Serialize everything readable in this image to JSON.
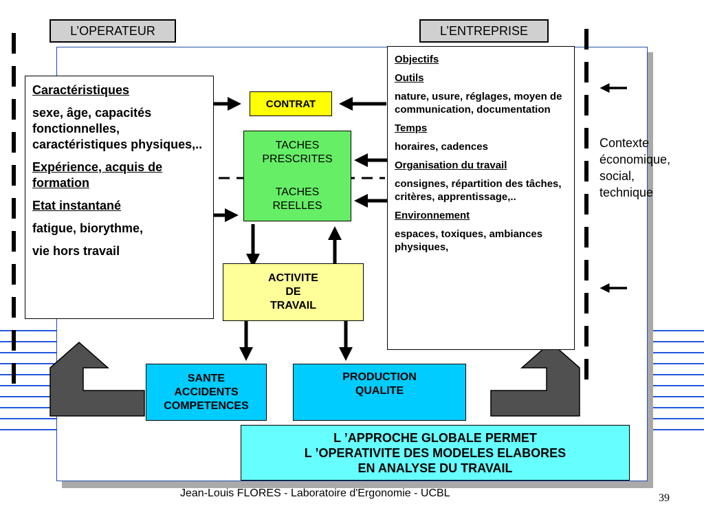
{
  "operateur": {
    "tag": "L’OPERATEUR",
    "caracteristiques_title": "Caractéristiques",
    "caracteristiques_text": "sexe, âge, capacités fonctionnelles, caractéristiques physiques,..",
    "experience_title": "Expérience, acquis de formation",
    "etat_title": "Etat instantané",
    "etat_text1": "fatigue, biorythme,",
    "etat_text2": "vie hors travail"
  },
  "entreprise": {
    "tag": "L’ENTREPRISE",
    "objectifs": "Objectifs",
    "outils": "Outils",
    "outils_text": "nature, usure, réglages, moyen de communication, documentation",
    "temps": "Temps",
    "temps_text": "horaires, cadences",
    "organisation": "Organisation du travail",
    "organisation_text": "consignes, répartition des tâches, critères, apprentissage,..",
    "environnement": "Environnement",
    "environnement_text": "espaces, toxiques, ambiances physiques,"
  },
  "center": {
    "contrat": "CONTRAT",
    "taches_prescrites_1": "TACHES",
    "taches_prescrites_2": "PRESCRITES",
    "taches_reelles_1": "TACHES",
    "taches_reelles_2": "REELLES",
    "activite_1": "ACTIVITE",
    "activite_2": "DE",
    "activite_3": "TRAVAIL"
  },
  "outputs": {
    "sante_1": "SANTE",
    "sante_2": "ACCIDENTS",
    "sante_3": "COMPETENCES",
    "production_1": "PRODUCTION",
    "production_2": "QUALITE"
  },
  "approche": {
    "line1": "L ’APPROCHE GLOBALE PERMET",
    "line2": "L ’OPERATIVITE DES MODELES ELABORES",
    "line3": "EN ANALYSE DU TRAVAIL"
  },
  "contexte": {
    "line1": "Contexte",
    "line2": "économique,",
    "line3": "social,",
    "line4": "technique"
  },
  "footer": {
    "credit": "Jean-Louis FLORES - Laboratoire d'Ergonomie - UCBL",
    "page_number": "39"
  }
}
